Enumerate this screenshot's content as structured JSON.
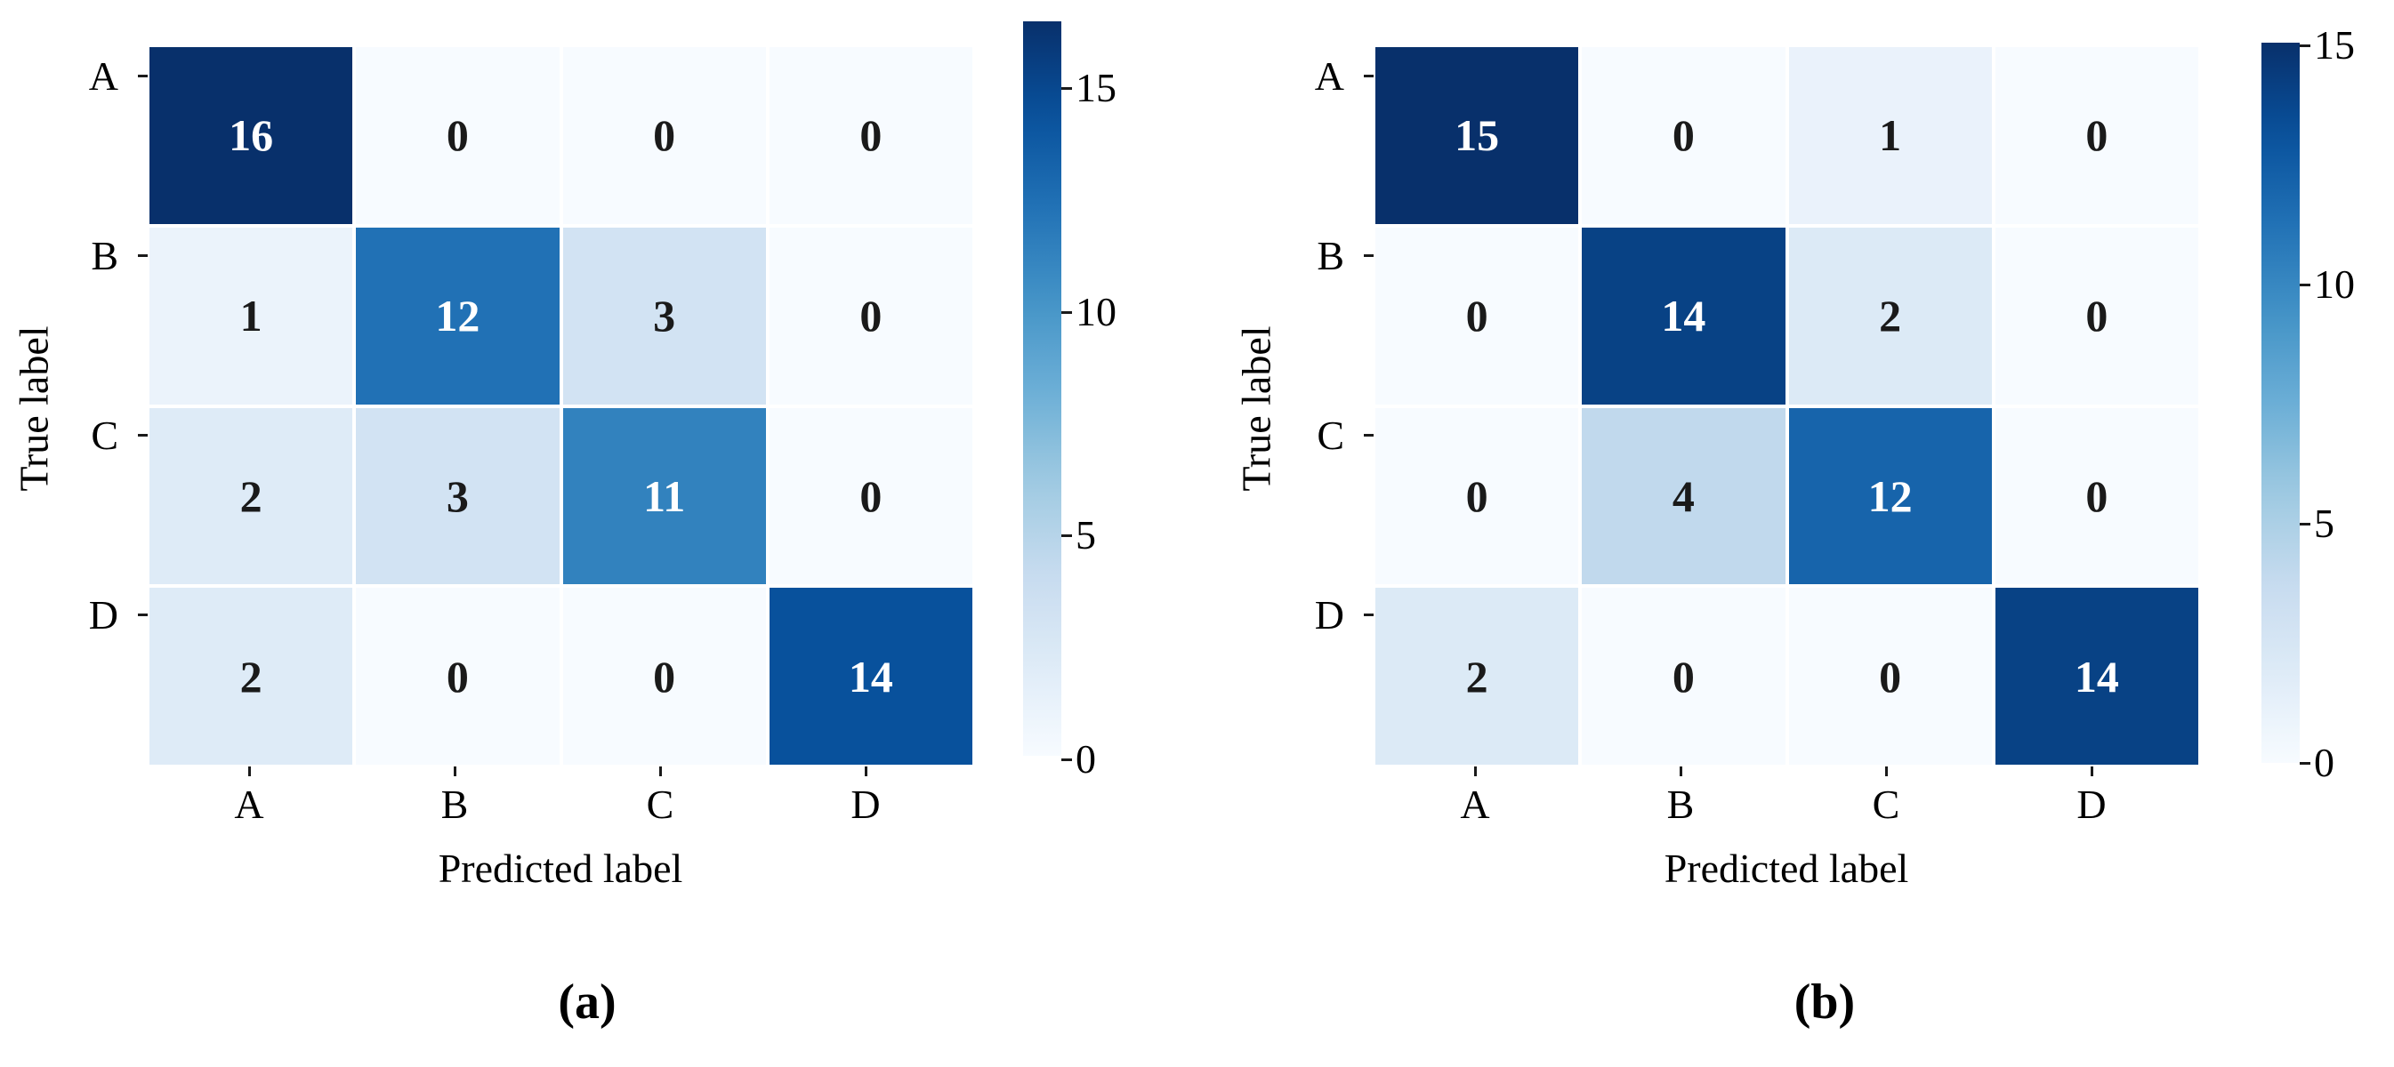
{
  "figure": {
    "panels": [
      {
        "id": "a",
        "caption": "(a)",
        "axis": {
          "xlabel": "Predicted label",
          "ylabel": "True label",
          "xticks": [
            "A",
            "B",
            "C",
            "D"
          ],
          "yticks": [
            "A",
            "B",
            "C",
            "D"
          ]
        },
        "colorbar": {
          "ticks": [
            "15",
            "10",
            "5",
            "0"
          ],
          "tick_values": [
            15,
            10,
            5,
            0
          ],
          "vmin": 0,
          "vmax": 16
        }
      },
      {
        "id": "b",
        "caption": "(b)",
        "axis": {
          "xlabel": "Predicted label",
          "ylabel": "True label",
          "xticks": [
            "A",
            "B",
            "C",
            "D"
          ],
          "yticks": [
            "A",
            "B",
            "C",
            "D"
          ]
        },
        "colorbar": {
          "ticks": [
            "15",
            "10",
            "5",
            "0"
          ],
          "tick_values": [
            15,
            10,
            5,
            0
          ],
          "vmin": 0,
          "vmax": 15
        }
      }
    ]
  },
  "chart_data": [
    {
      "type": "heatmap",
      "subplot": "(a)",
      "title": "",
      "xlabel": "Predicted label",
      "ylabel": "True label",
      "xticklabels": [
        "A",
        "B",
        "C",
        "D"
      ],
      "yticklabels": [
        "A",
        "B",
        "C",
        "D"
      ],
      "colormap": "Blues",
      "vmin": 0,
      "vmax": 16,
      "colorbar_ticks": [
        15,
        10,
        5,
        0
      ],
      "grid": false,
      "legend": "colorbar-right",
      "values": [
        [
          16,
          0,
          0,
          0
        ],
        [
          1,
          12,
          3,
          0
        ],
        [
          2,
          3,
          11,
          0
        ],
        [
          2,
          0,
          0,
          14
        ]
      ]
    },
    {
      "type": "heatmap",
      "subplot": "(b)",
      "title": "",
      "xlabel": "Predicted label",
      "ylabel": "True label",
      "xticklabels": [
        "A",
        "B",
        "C",
        "D"
      ],
      "yticklabels": [
        "A",
        "B",
        "C",
        "D"
      ],
      "colormap": "Blues",
      "vmin": 0,
      "vmax": 15,
      "colorbar_ticks": [
        15,
        10,
        5,
        0
      ],
      "grid": false,
      "legend": "colorbar-right",
      "values": [
        [
          15,
          0,
          1,
          0
        ],
        [
          0,
          14,
          2,
          0
        ],
        [
          0,
          4,
          12,
          0
        ],
        [
          2,
          0,
          0,
          14
        ]
      ]
    }
  ],
  "colors": {
    "cmap_low": "#f7fbff",
    "cmap_high": "#08306b",
    "text_dark": "#1a1a1a",
    "text_light": "#ffffff",
    "background": "#ffffff"
  }
}
